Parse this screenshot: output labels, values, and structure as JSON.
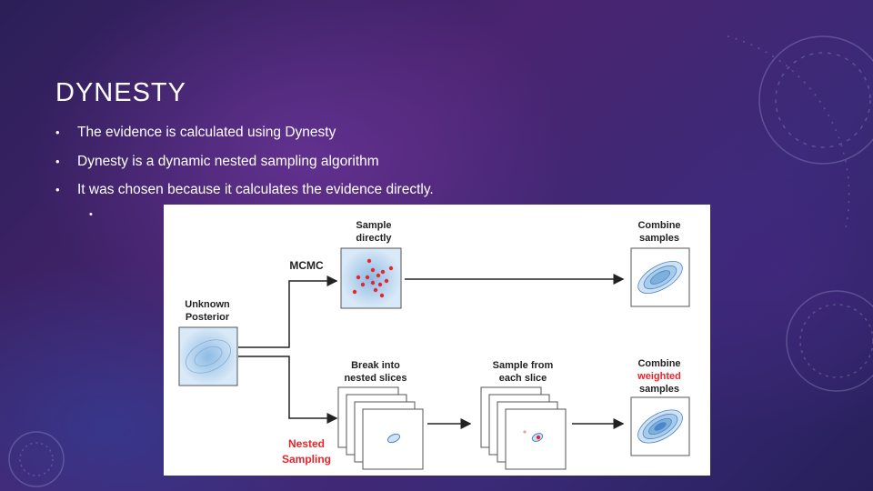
{
  "slide": {
    "title": "DYNESTY",
    "bullets": [
      "The evidence is calculated using Dynesty",
      "Dynesty is a dynamic nested sampling algorithm",
      "It was chosen because it calculates the evidence directly."
    ],
    "bullet_symbol": "•",
    "sub_bullet_symbol": "•"
  },
  "figure": {
    "unknown_posterior": [
      "Unknown",
      "Posterior"
    ],
    "mcmc_label": "MCMC",
    "sample_directly": [
      "Sample",
      "directly"
    ],
    "combine_samples_top": [
      "Combine",
      "samples"
    ],
    "break_into": [
      "Break into",
      "nested slices"
    ],
    "sample_from": [
      "Sample from",
      "each slice"
    ],
    "combine_weighted": [
      "Combine",
      "weighted",
      "samples"
    ],
    "nested_sampling": [
      "Nested",
      "Sampling"
    ],
    "colors": {
      "accent_red": "#e8252b",
      "contour_blue": "#4a86c8",
      "fill_blue": "#bcd8ef",
      "arrow": "#222222"
    }
  }
}
